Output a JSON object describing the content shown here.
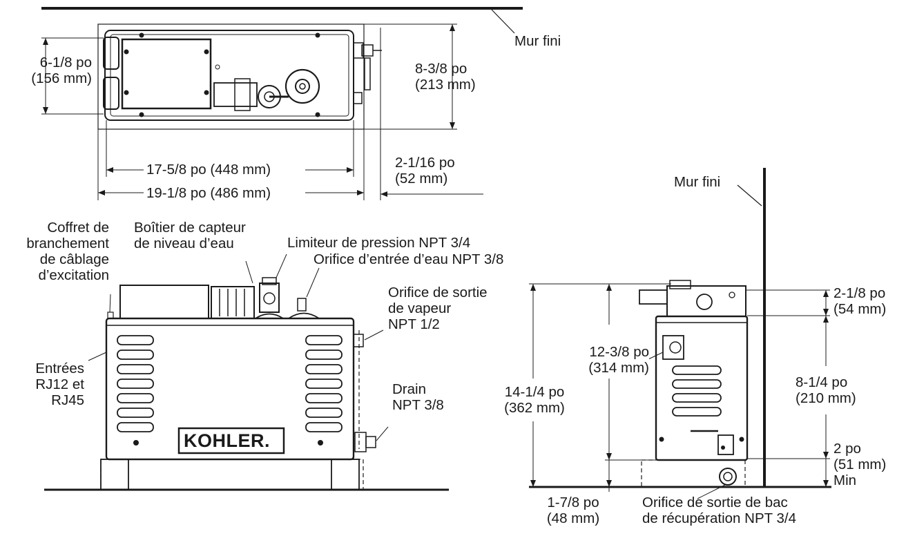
{
  "top_view": {
    "wall": "Mur fini",
    "depth_unit": {
      "in": "6-1/8 po",
      "mm": "(156 mm)"
    },
    "depth_overall": {
      "in": "8-3/8 po",
      "mm": "(213 mm)"
    },
    "width_unit": "17-5/8 po (448 mm)",
    "width_overall": "19-1/8 po (486 mm)",
    "wall_clearance": {
      "in": "2-1/16 po",
      "mm": "(52 mm)"
    }
  },
  "front_view": {
    "logo": "KOHLER.",
    "junction_box": [
      "Coffret de",
      "branchement",
      "de câblage",
      "d’excitation"
    ],
    "sensor_housing": [
      "Boîtier de capteur",
      "de niveau d’eau"
    ],
    "pressure_limiter": "Limiteur de pression NPT 3/4",
    "water_inlet": "Orifice d’entrée d’eau NPT 3/8",
    "steam_outlet": [
      "Orifice de sortie",
      "de vapeur",
      "NPT 1/2"
    ],
    "rj_inputs": [
      "Entrées",
      "RJ12 et",
      "RJ45"
    ],
    "drain": [
      "Drain",
      "NPT 3/8"
    ]
  },
  "side_view": {
    "wall": "Mur fini",
    "height_overall": {
      "in": "14-1/4 po",
      "mm": "(362 mm)"
    },
    "height_body": {
      "in": "12-3/8 po",
      "mm": "(314 mm)"
    },
    "base_height": {
      "in": "1-7/8 po",
      "mm": "(48 mm)"
    },
    "top_section": {
      "in": "2-1/8 po",
      "mm": "(54 mm)"
    },
    "mid_section": {
      "in": "8-1/4 po",
      "mm": "(210 mm)"
    },
    "min_clearance": {
      "in": "2 po",
      "mm": "(51 mm)",
      "note": "Min"
    },
    "drip_pan_outlet": [
      "Orifice de sortie de bac",
      "de récupération NPT 3/4"
    ]
  }
}
